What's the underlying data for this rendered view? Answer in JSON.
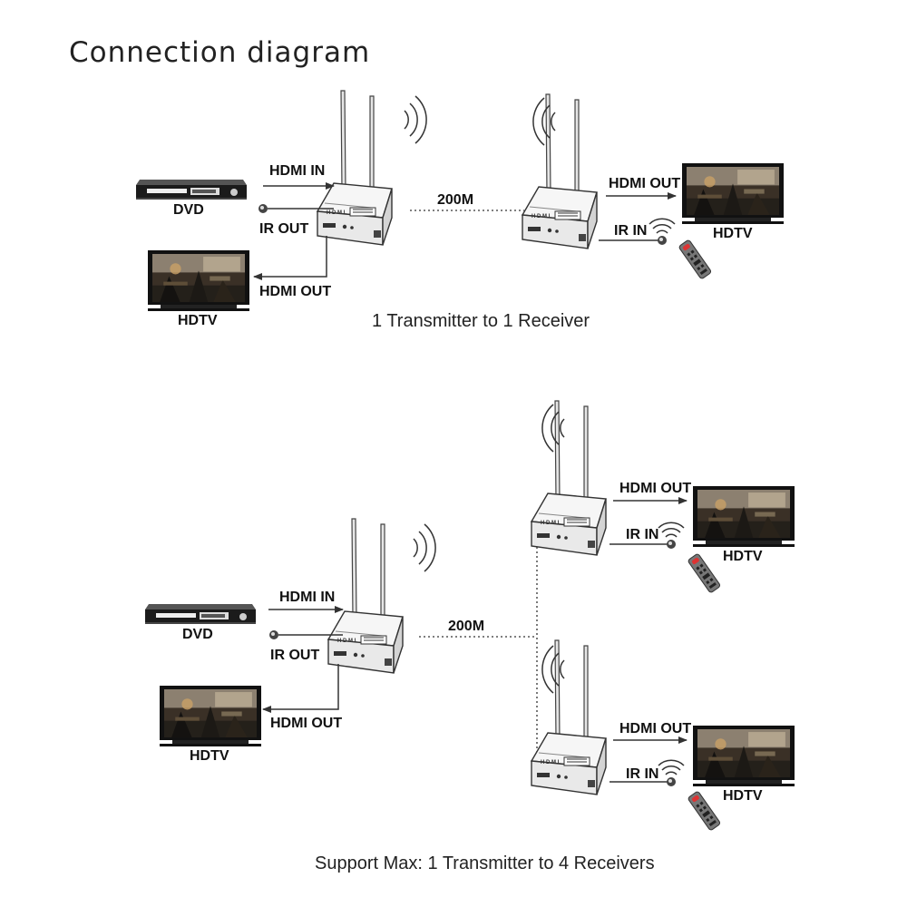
{
  "title": "Connection diagram",
  "diagram1": {
    "caption": "1 Transmitter to 1 Receiver",
    "distance": "200M",
    "source": "DVD",
    "tx_hdmi_in": "HDMI IN",
    "tx_ir_out": "IR OUT",
    "tx_hdmi_out": "HDMI OUT",
    "local_tv": "HDTV",
    "rx_hdmi_out": "HDMI OUT",
    "rx_ir_in": "IR IN",
    "remote_tv": "HDTV"
  },
  "diagram2": {
    "caption": "Support  Max: 1 Transmitter to 4 Receivers",
    "distance": "200M",
    "source": "DVD",
    "tx_hdmi_in": "HDMI IN",
    "tx_ir_out": "IR OUT",
    "tx_hdmi_out": "HDMI OUT",
    "local_tv": "HDTV",
    "rx1_hdmi_out": "HDMI OUT",
    "rx1_ir_in": "IR IN",
    "rx1_tv": "HDTV",
    "rx2_hdmi_out": "HDMI OUT",
    "rx2_ir_in": "IR IN",
    "rx2_tv": "HDTV"
  }
}
